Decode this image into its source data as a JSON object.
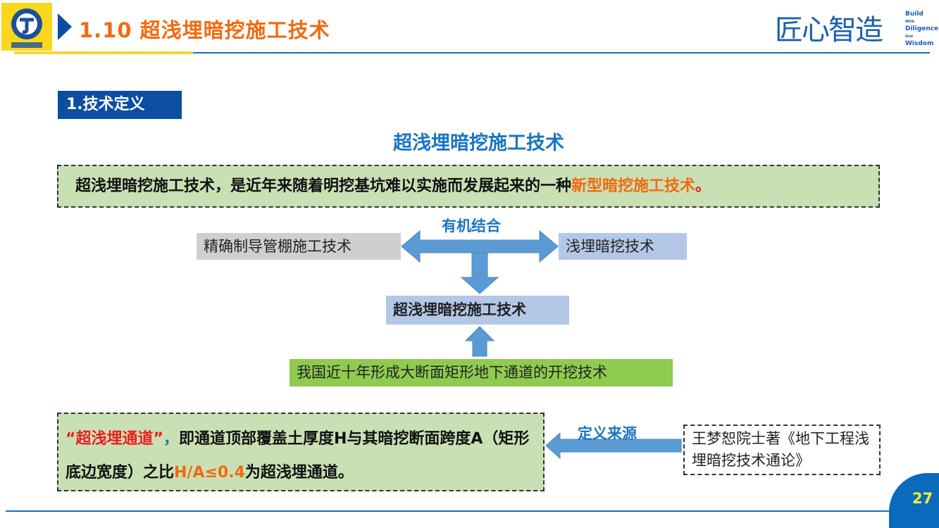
{
  "header": {
    "title": "1.10 超浅埋暗挖施工技术",
    "brand_cn": "匠心智造",
    "brand_en": [
      "Build",
      "With",
      "Diligence",
      "And",
      "Wisdom"
    ]
  },
  "section": {
    "label": "1.技术定义"
  },
  "subtitle": "超浅埋暗挖施工技术",
  "definition": {
    "text": "超浅埋暗挖施工技术，是近年来随着明挖基坑难以实施而发展起来的一种",
    "highlight": "新型暗挖施工技术",
    "end": "。"
  },
  "diagram": {
    "combine_label": "有机结合",
    "left": "精确制导管棚施工技术",
    "right": "浅埋暗挖技术",
    "center": "超浅埋暗挖施工技术",
    "bottom": "我国近十年形成大断面矩形地下通道的开挖技术"
  },
  "ultra_shallow": {
    "term": "“超浅埋通道”",
    "comma": "，",
    "text1": "即通道顶部覆盖土厚度H与其暗挖断面跨度A（矩形底边宽度）之比",
    "ratio": "H/A≤0.4",
    "text2": "为超浅埋通道。"
  },
  "source": {
    "label": "定义来源",
    "text": "王梦恕院士著《地下工程浅埋暗挖技术通论》"
  },
  "page_number": "27",
  "colors": {
    "accent_orange": "#f26a10",
    "brand_blue": "#0b4ea2",
    "green_fill": "#c9e0b4",
    "arrow_blue": "#5b9bd5"
  }
}
